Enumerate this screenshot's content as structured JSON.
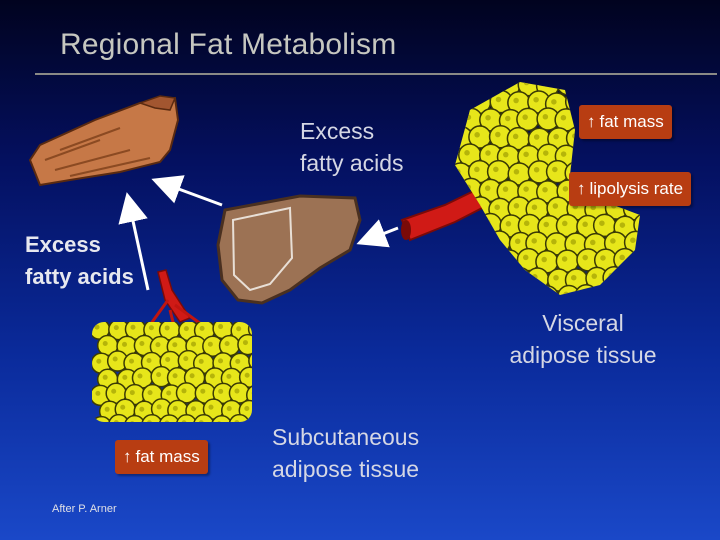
{
  "title": "Regional Fat Metabolism",
  "labels": {
    "excess_fatty_acids_top": "Excess\nfatty acids",
    "excess_fatty_acids_left": "Excess\nfatty acids",
    "visceral": "Visceral\nadipose tissue",
    "subcutaneous": "Subcutaneous\nadipose tissue"
  },
  "badges": {
    "visceral_fat_mass": "fat mass",
    "visceral_lipolysis": "lipolysis rate",
    "subcutaneous_fat_mass": "fat mass",
    "arrow_symbol": "↑"
  },
  "credit": "After P. Arner",
  "colors": {
    "background_top": "#01031f",
    "background_bottom": "#1a48c8",
    "badge": "#b83d12",
    "fat_cell": "#e7e61a",
    "liver": "#9c7254",
    "muscle": "#c67847",
    "vessel": "#d01a16"
  }
}
